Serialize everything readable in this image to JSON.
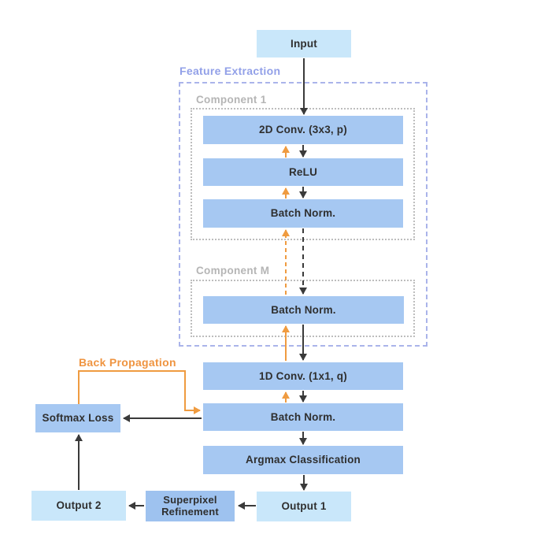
{
  "nodes": {
    "input": {
      "label": "Input"
    },
    "conv2d": {
      "label": "2D Conv. (3x3, p)"
    },
    "relu": {
      "label": "ReLU"
    },
    "batch_norm_1": {
      "label": "Batch Norm."
    },
    "batch_norm_m": {
      "label": "Batch Norm."
    },
    "conv1d": {
      "label": "1D Conv. (1x1, q)"
    },
    "batch_norm_2": {
      "label": "Batch Norm."
    },
    "argmax": {
      "label": "Argmax Classification"
    },
    "softmax_loss": {
      "label": "Softmax Loss"
    },
    "output_1": {
      "label": "Output 1"
    },
    "output_2": {
      "label": "Output 2"
    },
    "superpixel": {
      "label": "Superpixel Refinement"
    }
  },
  "containers": {
    "feature_extraction": {
      "label": "Feature Extraction"
    },
    "component_1": {
      "label": "Component 1"
    },
    "component_m": {
      "label": "Component M"
    }
  },
  "annotations": {
    "back_propagation": {
      "label": "Back Propagation"
    }
  },
  "edges": [
    {
      "from": "input",
      "to": "conv2d",
      "style": "solid",
      "color": "black"
    },
    {
      "from": "conv2d",
      "to": "relu",
      "style": "solid",
      "color": "black"
    },
    {
      "from": "relu",
      "to": "conv2d",
      "style": "solid",
      "color": "orange"
    },
    {
      "from": "relu",
      "to": "batch_norm_1",
      "style": "solid",
      "color": "black"
    },
    {
      "from": "batch_norm_1",
      "to": "relu",
      "style": "solid",
      "color": "orange"
    },
    {
      "from": "batch_norm_1",
      "to": "batch_norm_m",
      "style": "dashed",
      "color": "black"
    },
    {
      "from": "batch_norm_m",
      "to": "batch_norm_1",
      "style": "dashed",
      "color": "orange"
    },
    {
      "from": "batch_norm_m",
      "to": "conv1d",
      "style": "solid",
      "color": "black"
    },
    {
      "from": "conv1d",
      "to": "batch_norm_m",
      "style": "solid",
      "color": "orange"
    },
    {
      "from": "conv1d",
      "to": "batch_norm_2",
      "style": "solid",
      "color": "black"
    },
    {
      "from": "batch_norm_2",
      "to": "conv1d",
      "style": "solid",
      "color": "orange"
    },
    {
      "from": "batch_norm_2",
      "to": "argmax",
      "style": "solid",
      "color": "black"
    },
    {
      "from": "batch_norm_2",
      "to": "softmax_loss",
      "style": "solid",
      "color": "black"
    },
    {
      "from": "softmax_loss",
      "to": "batch_norm_2",
      "style": "solid",
      "color": "orange",
      "label": "Back Propagation"
    },
    {
      "from": "argmax",
      "to": "output_1",
      "style": "solid",
      "color": "black"
    },
    {
      "from": "output_1",
      "to": "superpixel",
      "style": "solid",
      "color": "black"
    },
    {
      "from": "superpixel",
      "to": "output_2",
      "style": "solid",
      "color": "black"
    },
    {
      "from": "output_2",
      "to": "softmax_loss",
      "style": "solid",
      "color": "black"
    }
  ],
  "colors": {
    "background": "#ffffff",
    "node_fill_light": "#c9e7fa",
    "node_fill_medium": "#a6c8f2",
    "node_fill_superpixel": "#9ec2ef",
    "text_dark": "#2f2f2f",
    "arrow_black": "#3a3a3a",
    "arrow_orange": "#ef9b40",
    "feature_label": "#92a0e8",
    "feature_border": "#aab4ea",
    "component_label": "#b5b5b5",
    "component_border": "#bdbdbd"
  }
}
